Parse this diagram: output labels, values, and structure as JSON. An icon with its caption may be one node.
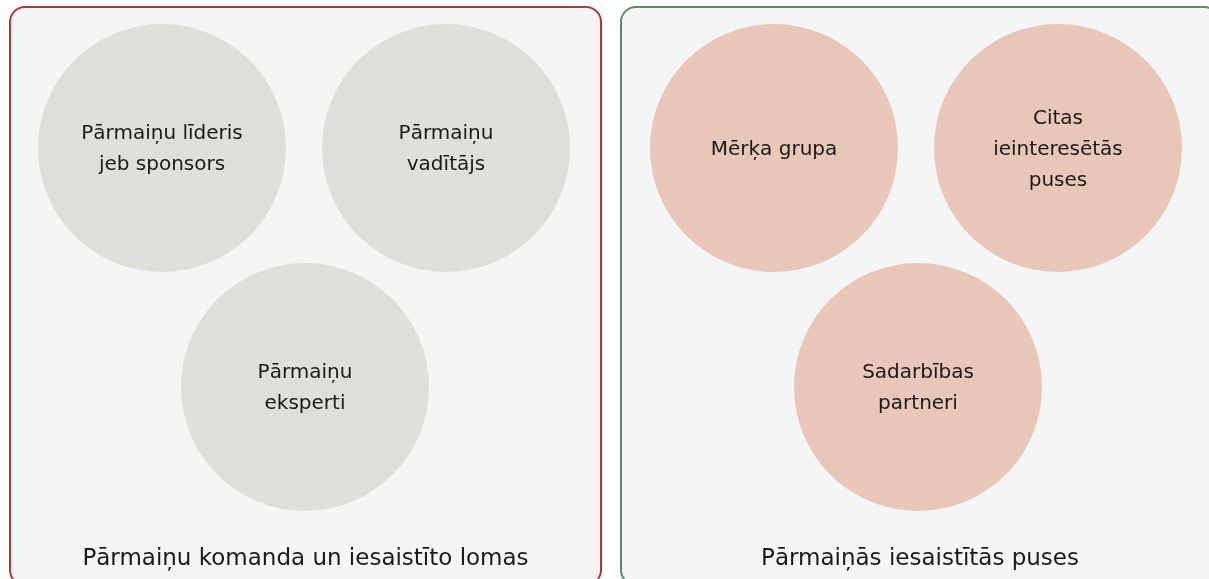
{
  "diagram": {
    "nodes": [
      {
        "text": [
          "Pārmaiņu komanda un iesaistīto lomas"
        ]
      },
      {
        "text": [
          "Pārmaiņu līderis jeb sponsors"
        ],
        "in": 0
      },
      {
        "text": [
          "Pārmaiņu vadītājs"
        ],
        "in": 0
      },
      {
        "text": [
          "Pārmaiņu eksperti"
        ],
        "in": 0
      },
      {
        "text": [
          "Pārmaiņās iesaistītās puses"
        ]
      },
      {
        "text": [
          "Mērķa grupa"
        ],
        "in": 4
      },
      {
        "text": [
          "Citas ieinteresētās puses"
        ],
        "in": 4
      },
      {
        "text": [
          "Sadarbības partneri"
        ],
        "in": 4
      }
    ]
  }
}
